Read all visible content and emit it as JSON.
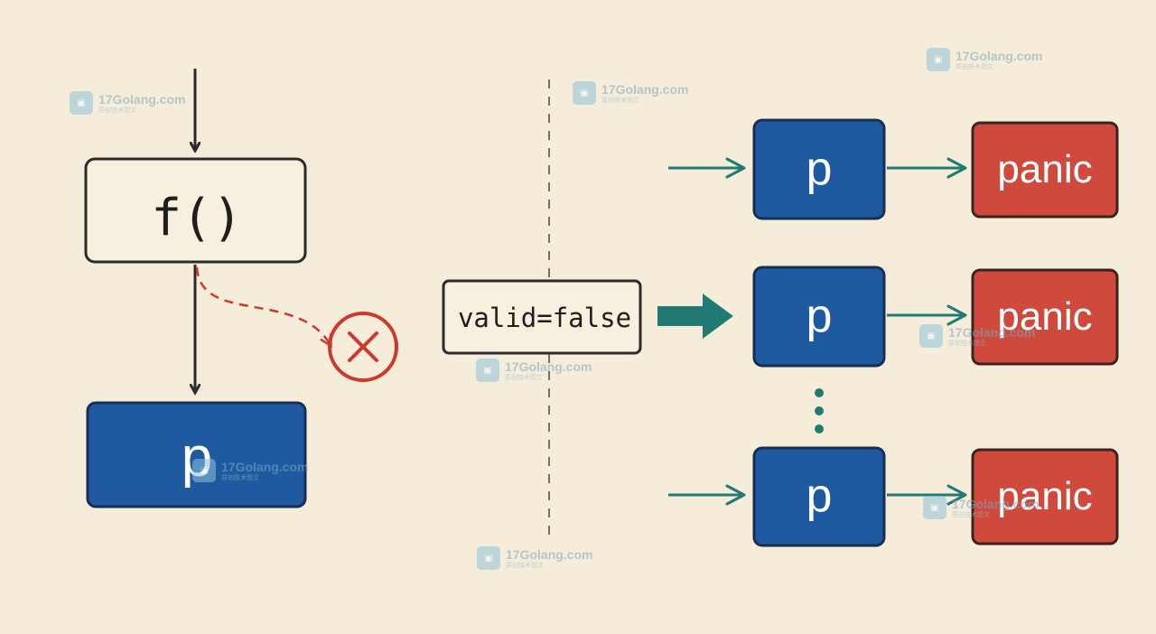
{
  "left": {
    "func_label": "f()",
    "result_label": "p"
  },
  "middle": {
    "flag_label": "valid=false"
  },
  "right": {
    "rows": [
      {
        "pointer_label": "p",
        "outcome_label": "panic"
      },
      {
        "pointer_label": "p",
        "outcome_label": "panic"
      },
      {
        "pointer_label": "p",
        "outcome_label": "panic"
      }
    ]
  },
  "watermark": {
    "site": "17Golang.com",
    "tagline": "原创技术图文",
    "logo_icon": "image-logo-icon"
  },
  "colors": {
    "background": "#f5ecd9",
    "pointer_blue": "#1f5aa0",
    "panic_red": "#cf4a3c",
    "arrow_teal": "#227a75",
    "error_red": "#cc3a2e",
    "ink": "#2b2b2b"
  }
}
